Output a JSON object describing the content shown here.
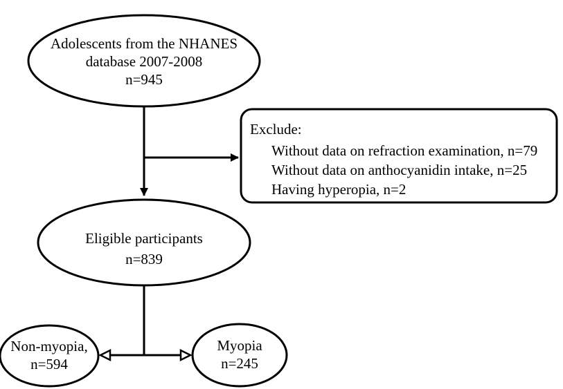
{
  "nodes": {
    "start": {
      "lines": [
        "Adolescents from the NHANES",
        "database 2007-2008",
        "n=945"
      ]
    },
    "exclude": {
      "title": "Exclude:",
      "items": [
        "Without data on refraction examination, n=79",
        "Without data on anthocyanidin intake, n=25",
        "Having hyperopia, n=2"
      ]
    },
    "eligible": {
      "lines": [
        "Eligible participants",
        "n=839"
      ]
    },
    "non_myopia": {
      "lines": [
        "Non-myopia,",
        "n=594"
      ]
    },
    "myopia": {
      "lines": [
        "Myopia",
        "n=245"
      ]
    }
  },
  "colors": {
    "stroke": "#000000",
    "background": "#ffffff"
  }
}
